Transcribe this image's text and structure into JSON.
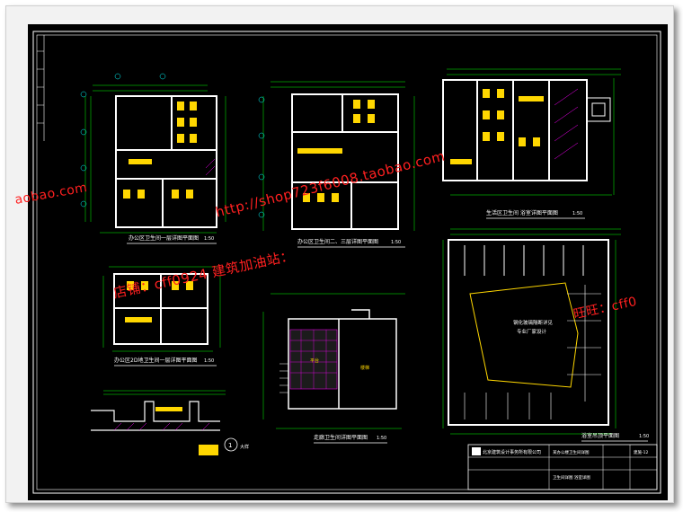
{
  "drawings": {
    "plan1_title": "办公区卫生间一层详图平面图",
    "plan1_scale": "1:50",
    "plan2_title": "办公区卫生间二、三层详图平面图",
    "plan2_scale": "1:50",
    "plan3_title": "生活区卫生间 浴室详图平面图",
    "plan3_scale": "1:50",
    "plan4_title": "办公区2D地卫生间一层详图平面图",
    "plan4_scale": "1:50",
    "plan5_title": "走廊卫生间详图平面图",
    "plan5_scale": "1:50",
    "plan6_title": "浴室吊顶平面图",
    "plan6_scale": "1:50",
    "section_label": "大样",
    "detail_mark": "1",
    "center_note_line1": "钢化玻璃隔断详见",
    "center_note_line2": "专业厂家设计",
    "plan5_room_label": "平台",
    "plan5_stair_label": "楼梯"
  },
  "title_block": {
    "company": "北京建筑设计事务所有限公司",
    "project": "某办公楼卫生间详图",
    "sheet_name": "卫生间详图 浴室详图",
    "sheet_no": "建施-12"
  },
  "watermarks": {
    "w1": "aobao.com",
    "w2": "http://shop723f6008.taobao.com",
    "w3": "店铺：cff0924 建筑加油站：",
    "w4": "旺旺：cff0"
  },
  "colors": {
    "background": "#000000",
    "wall": "#ffffff",
    "dimension": "#00ff00",
    "fixture": "#ffd700",
    "axis": "#00ffff",
    "hatch": "#ff00ff",
    "watermark": "#ff2020"
  }
}
